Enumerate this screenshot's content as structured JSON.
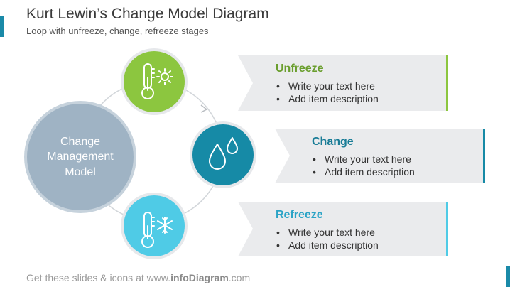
{
  "header": {
    "title": "Kurt Lewin’s Change Model Diagram",
    "subtitle": "Loop with unfreeze, change, refreeze stages"
  },
  "center": {
    "line1": "Change",
    "line2": "Management",
    "line3": "Model"
  },
  "stages": [
    {
      "icon": "thermometer-sun-icon",
      "color": "#8cc63f",
      "heading": "Unfreeze",
      "heading_color": "#6a9e2e",
      "bullets": [
        "Write your text here",
        "Add item description"
      ]
    },
    {
      "icon": "water-drops-icon",
      "color": "#168aa6",
      "heading": "Change",
      "heading_color": "#1a7d97",
      "bullets": [
        "Write your text here",
        "Add item description"
      ]
    },
    {
      "icon": "thermometer-snowflake-icon",
      "color": "#4fcbe6",
      "heading": "Refreeze",
      "heading_color": "#2aa3c6",
      "bullets": [
        "Write your text here",
        "Add item description"
      ]
    }
  ],
  "footer": {
    "prefix": "Get these slides & icons at www.",
    "brand": "infoDiagram",
    "suffix": ".com"
  },
  "colors": {
    "center_circle": "#9fb3c4",
    "panel_bg": "#eaebed"
  }
}
